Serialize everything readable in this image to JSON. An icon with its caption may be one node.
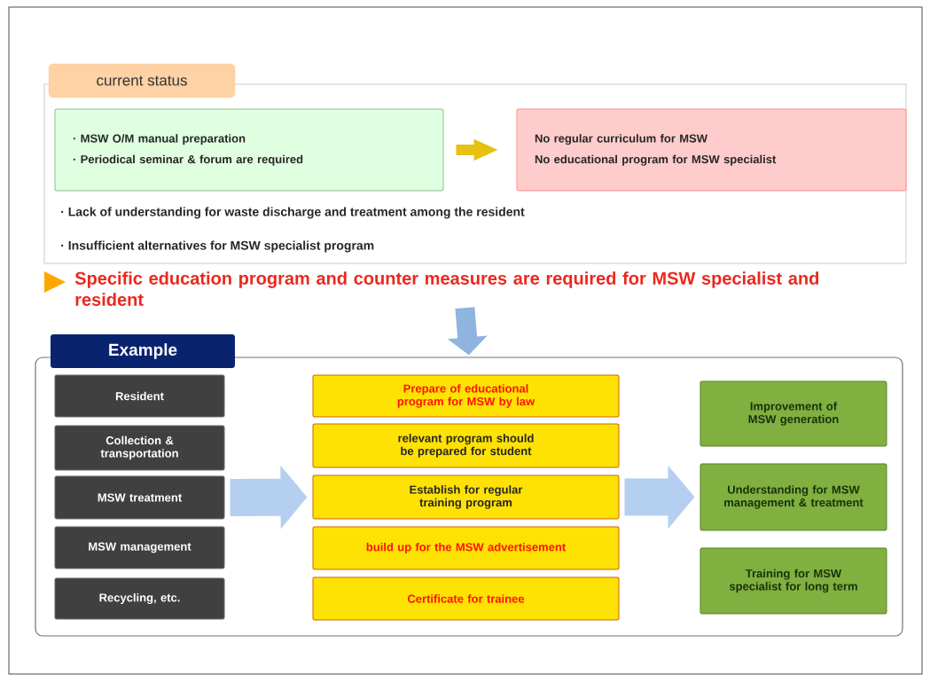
{
  "diagram": {
    "nodes": [
      {
        "text": [
          "current status",
          "· Lack of understanding for waste discharge and treatment among the resident",
          "· Insufficient alternatives for MSW specialist program"
        ]
      },
      {
        "text": [
          "· MSW O/M manual preparation",
          "· Periodical seminar & forum are required"
        ],
        "in": 0
      },
      {
        "text": [
          "No regular curriculum for MSW",
          "No educational program for MSW specialist"
        ],
        "in": 0
      },
      {
        "text": [
          "Specific education program and counter measures are required for MSW specialist and resident"
        ]
      },
      {
        "text": [
          "Example"
        ]
      },
      {
        "text": [
          "Resident"
        ],
        "in": 4
      },
      {
        "text": [
          "Collection & transportation"
        ],
        "in": 4
      },
      {
        "text": [
          "MSW treatment"
        ],
        "in": 4
      },
      {
        "text": [
          "MSW management"
        ],
        "in": 4
      },
      {
        "text": [
          "Recycling, etc."
        ],
        "in": 4
      },
      {
        "text": [
          "Prepare of educational program for MSW by law"
        ],
        "in": 4
      },
      {
        "text": [
          "relevant program should be prepared for student"
        ],
        "in": 4
      },
      {
        "text": [
          "Establish for regular training program"
        ],
        "in": 4
      },
      {
        "text": [
          "build up for the MSW advertisement"
        ],
        "in": 4
      },
      {
        "text": [
          "Certificate for trainee"
        ],
        "in": 4
      },
      {
        "text": [
          "Improvement of MSW generation"
        ],
        "in": 4
      },
      {
        "text": [
          "Understanding for MSW management & treatment"
        ],
        "in": 4
      },
      {
        "text": [
          "Training for MSW specialist for long term"
        ],
        "in": 4
      }
    ],
    "edges": [
      {
        "from": 1,
        "to": 2,
        "arrow": "to",
        "color": "#e8c010"
      },
      {
        "from": 3,
        "to": 4,
        "arrow": "to",
        "color": "#8fb4e0"
      },
      {
        "from": 7,
        "to": 12,
        "arrow": "to",
        "style": "thick",
        "color": "#b4cff0"
      },
      {
        "from": 12,
        "to": 16,
        "arrow": "to",
        "style": "thick",
        "color": "#b4cff0"
      }
    ]
  }
}
